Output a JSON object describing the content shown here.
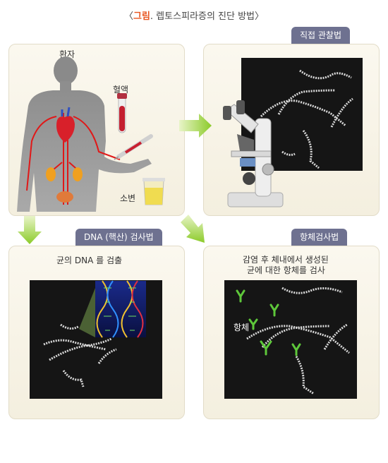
{
  "title": {
    "bracket_open": "〈",
    "accent": "그림",
    "rest": ". 렙토스피라증의 진단 방법〉"
  },
  "patient": {
    "label": "환자",
    "blood_label": "혈액",
    "urine_label": "소변"
  },
  "direct": {
    "tag": "직접 관찰법"
  },
  "dna": {
    "tag": "DNA (핵산) 검사법",
    "description": "균의 DNA  를 검출"
  },
  "antibody": {
    "tag": "항체검사법",
    "description_line1": "감염 후 체내에서 생성된",
    "description_line2": "균에 대한 항체를  검사",
    "antibody_label": "항체"
  },
  "colors": {
    "arrow": "#8ccb2a",
    "tag_bg": "#6e7190",
    "antibody": "#5ec83a",
    "accent": "#e8541e"
  }
}
